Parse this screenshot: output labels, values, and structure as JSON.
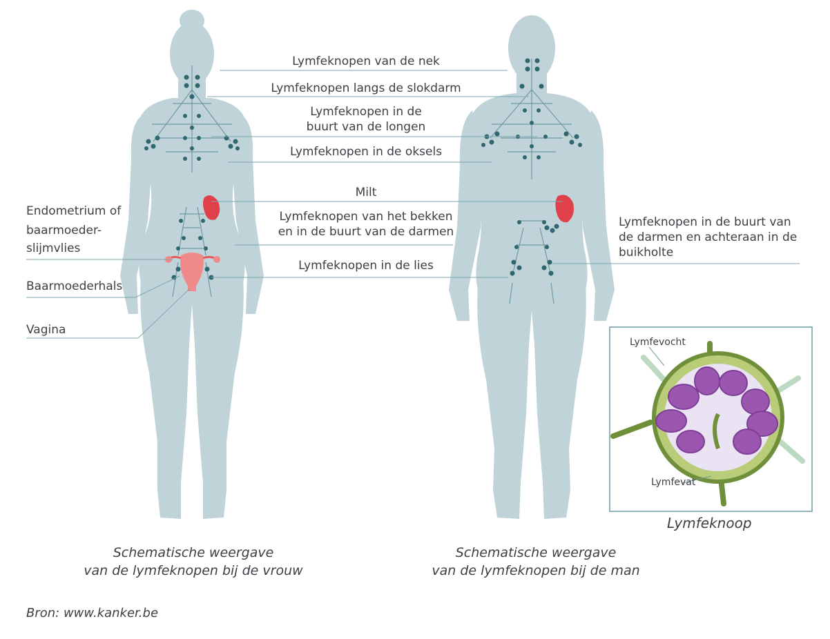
{
  "colors": {
    "body": "#bfd3d8",
    "node": "#2f6670",
    "vessel": "#6f9aa2",
    "spleen": "#e0404a",
    "uterus": "#f08a8a",
    "leader": "#7ea6b0",
    "capsule": "#6f8f3a",
    "lobule": "#9b57b0",
    "lymph_vessel": "#bcd9c3"
  },
  "labels": {
    "neck": "Lymfeknopen van de nek",
    "esophagus": "Lymfeknopen langs de slokdarm",
    "lungs_1": "Lymfeknopen in de",
    "lungs_2": "buurt van de longen",
    "armpits": "Lymfeknopen in de oksels",
    "spleen": "Milt",
    "pelvis_1": "Lymfeknopen van het bekken",
    "pelvis_2": "en in de buurt van de darmen",
    "groin": "Lymfeknopen in de lies",
    "endometrium_1": "Endometrium of",
    "endometrium_2": "baarmoeder-",
    "endometrium_3": "slijmvlies",
    "cervix": "Baarmoederhals",
    "vagina": "Vagina",
    "abdomen_1": "Lymfeknopen in de buurt van",
    "abdomen_2": "de darmen en achteraan in de",
    "abdomen_3": "buikholte"
  },
  "inset": {
    "fluid": "Lymfevocht",
    "vessel": "Lymfevat",
    "title": "Lymfeknoop"
  },
  "captions": {
    "woman_1": "Schematische weergave",
    "woman_2": "van de lymfeknopen bij de vrouw",
    "man_1": "Schematische weergave",
    "man_2": "van de lymfeknopen bij de man"
  },
  "source": "Bron: www.kanker.be"
}
